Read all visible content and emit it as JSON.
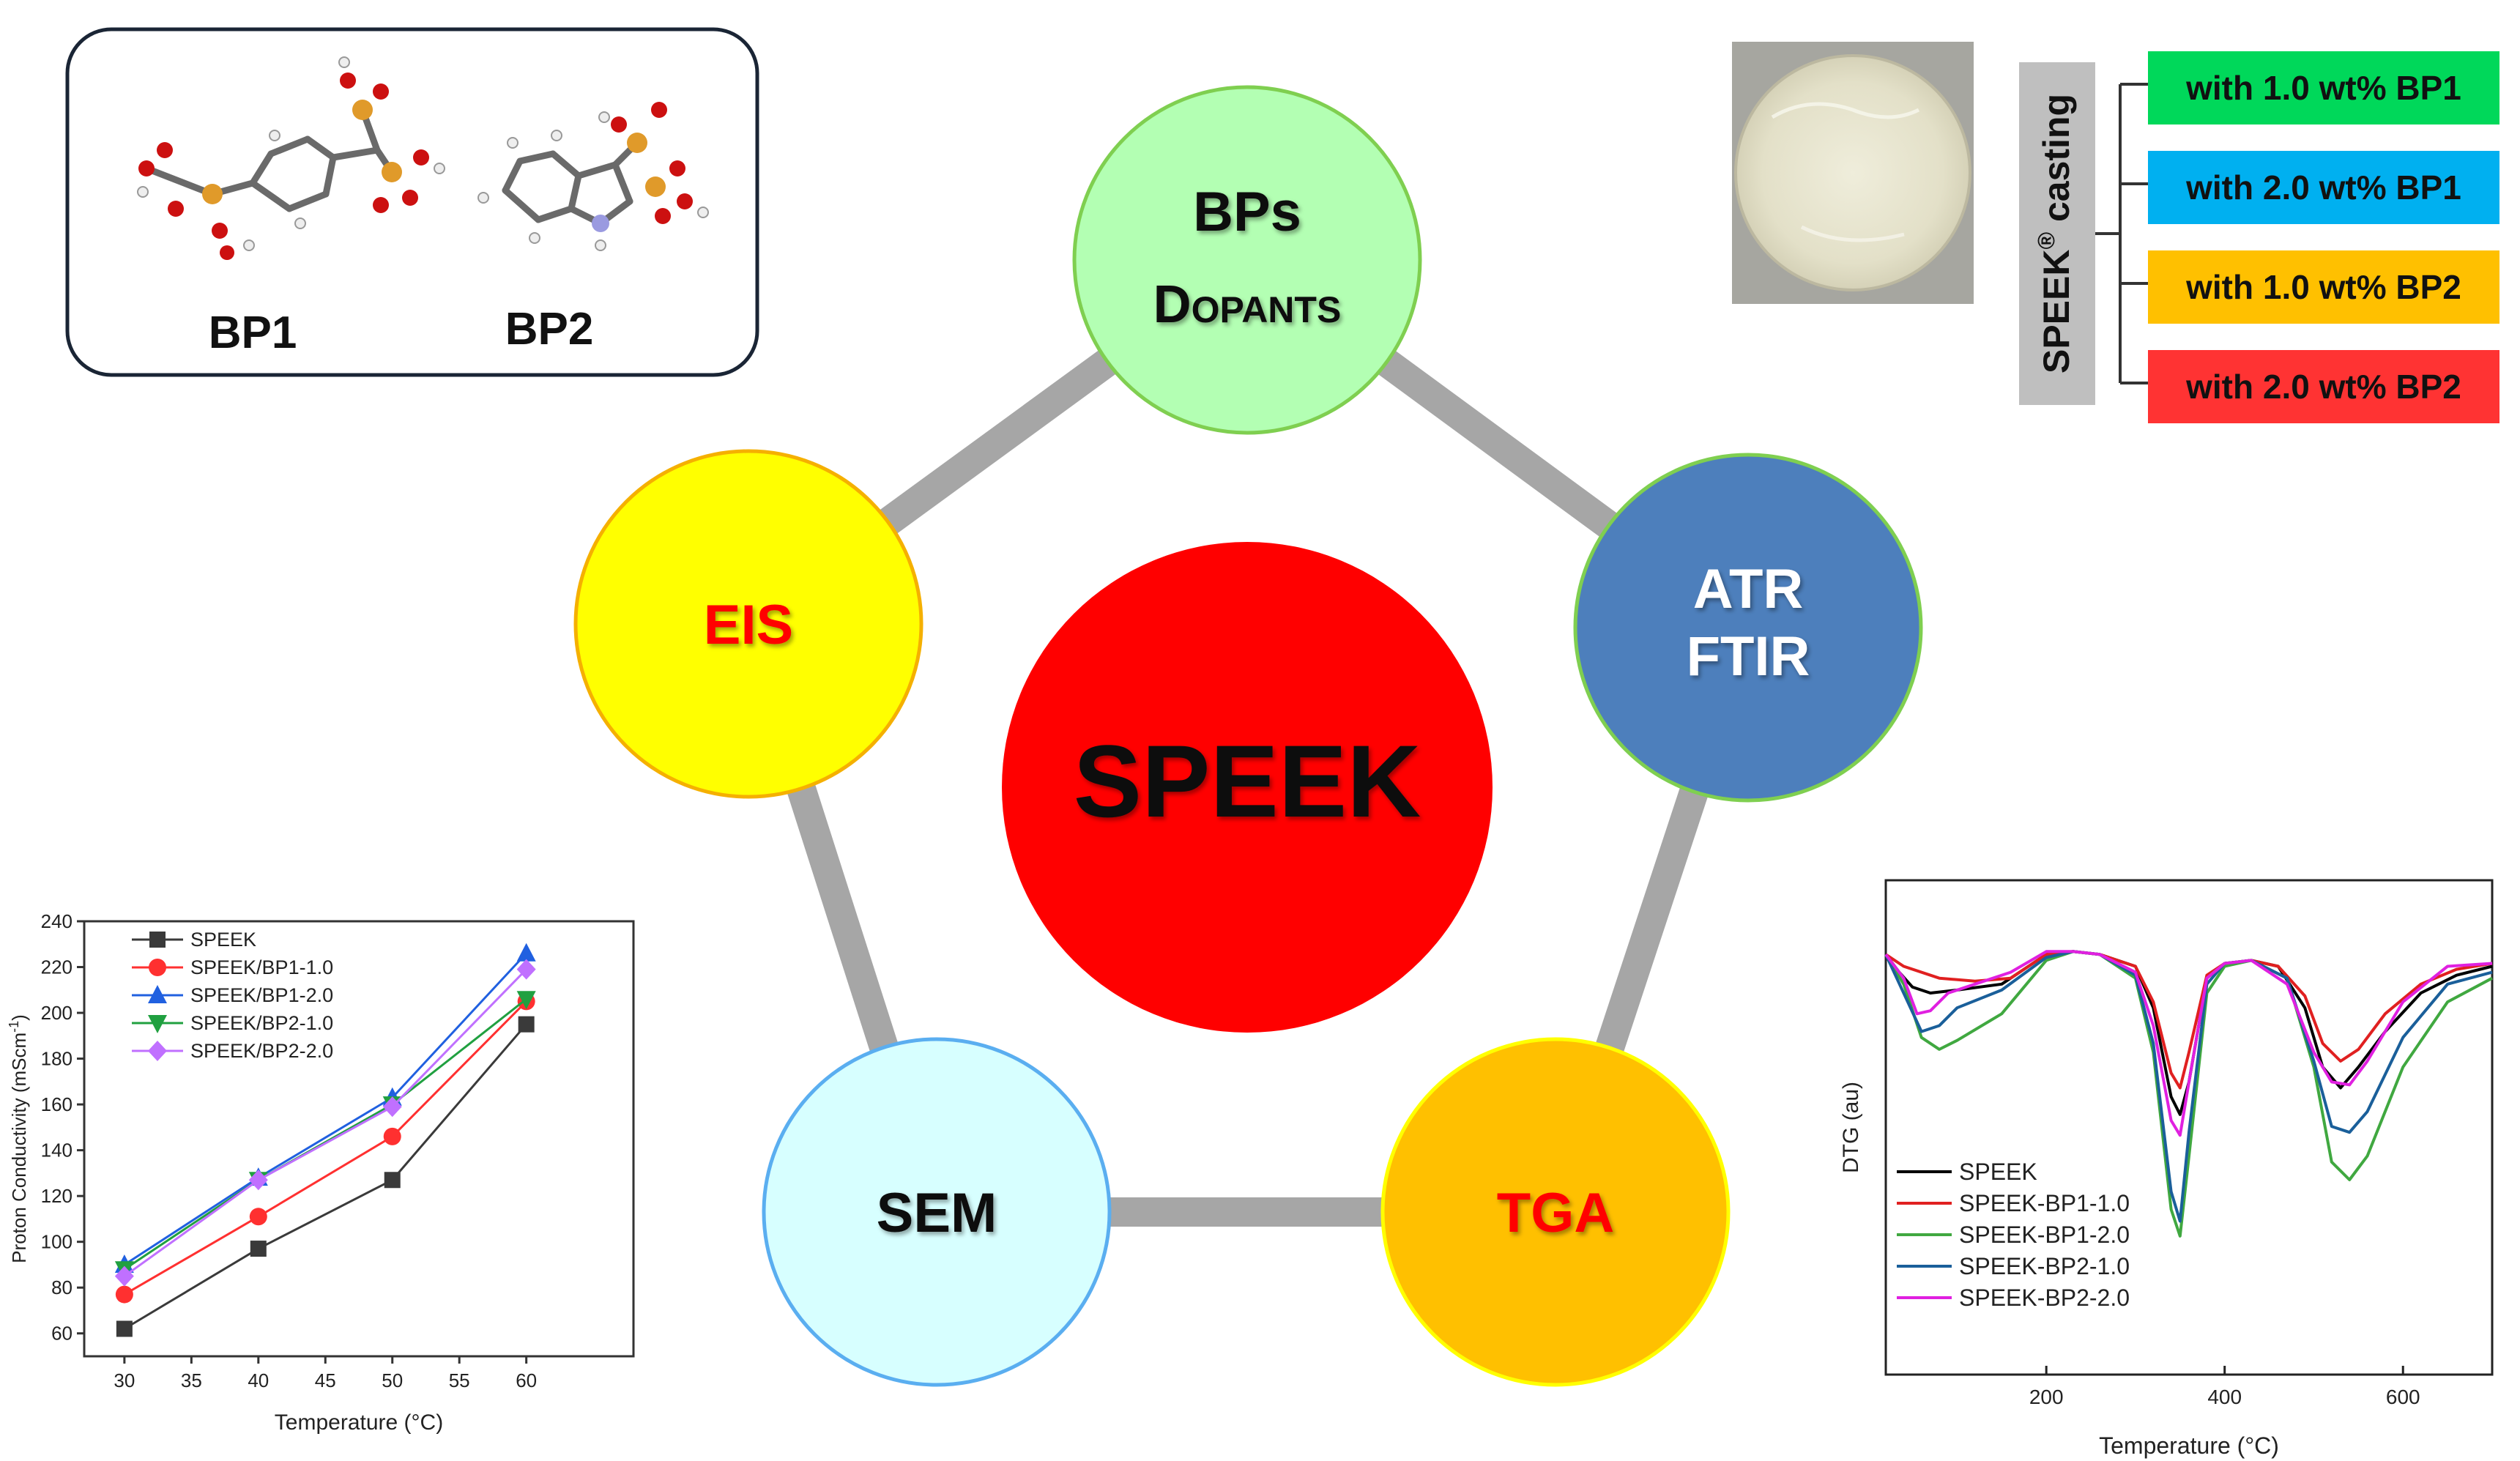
{
  "center": {
    "label": "SPEEK",
    "color": "#ff0000"
  },
  "nodes": {
    "bps": {
      "line1": "BPs",
      "line2": "Dopants",
      "fill": "#b3ffb3",
      "stroke": "#7fcf50",
      "textColor": "#111111"
    },
    "atr": {
      "line1": "ATR",
      "line2": "FTIR",
      "fill": "#4d7fbc",
      "stroke": "#7fcf50",
      "textColor": "#ffffff"
    },
    "tga": {
      "label": "TGA",
      "fill": "#ffc000",
      "stroke": "#ffff00",
      "textColor": "#ff0000"
    },
    "sem": {
      "label": "SEM",
      "fill": "#d7ffff",
      "stroke": "#5aaef0",
      "textColor": "#111111"
    },
    "eis": {
      "label": "EIS",
      "fill": "#ffff00",
      "stroke": "#f5b000",
      "textColor": "#ff0000"
    }
  },
  "molecules": {
    "bp1": "BP1",
    "bp2": "BP2"
  },
  "casting": {
    "label": "SPEEK",
    "superscript": "®",
    "suffix": " casting",
    "options": [
      {
        "label": "with 1.0 wt% BP1",
        "color": "#00d85a"
      },
      {
        "label": "with 2.0 wt% BP1",
        "color": "#00b0f0"
      },
      {
        "label": "with 1.0 wt% BP2",
        "color": "#ffc000"
      },
      {
        "label": "with 2.0 wt% BP2",
        "color": "#ff3333"
      }
    ]
  },
  "chart_data": [
    {
      "type": "line",
      "xlabel": "Temperature (°C)",
      "ylabel": "Proton Conductivity (mScm",
      "ylabel_sup": "-1",
      "ylabel_end": ")",
      "x": [
        30,
        40,
        50,
        60
      ],
      "xticks": [
        "30",
        "35",
        "40",
        "45",
        "50",
        "55",
        "60"
      ],
      "yticks": [
        "60",
        "80",
        "100",
        "120",
        "140",
        "160",
        "180",
        "200",
        "220",
        "240"
      ],
      "xlim": [
        27,
        68
      ],
      "ylim": [
        50,
        240
      ],
      "legend": "top-left",
      "series": [
        {
          "name": "SPEEK",
          "color": "#3a3a3a",
          "marker": "square",
          "values": [
            62,
            97,
            127,
            195
          ]
        },
        {
          "name": "SPEEK/BP1-1.0",
          "color": "#ff3030",
          "marker": "circle",
          "values": [
            77,
            111,
            146,
            205
          ]
        },
        {
          "name": "SPEEK/BP1-2.0",
          "color": "#2060e0",
          "marker": "triangle-up",
          "values": [
            90,
            128,
            163,
            226
          ]
        },
        {
          "name": "SPEEK/BP2-1.0",
          "color": "#20a040",
          "marker": "triangle-down",
          "values": [
            88,
            127,
            160,
            206
          ]
        },
        {
          "name": "SPEEK/BP2-2.0",
          "color": "#c070ff",
          "marker": "diamond",
          "values": [
            85,
            127,
            159,
            219
          ]
        }
      ]
    },
    {
      "type": "line",
      "xlabel": "Temperature (°C)",
      "ylabel": "DTG (au)",
      "xticks": [
        200,
        400,
        600
      ],
      "xlim": [
        20,
        700
      ],
      "ylim": [
        -1,
        0.05
      ],
      "legend": "bottom-left",
      "series": [
        {
          "name": "SPEEK",
          "color": "#000000",
          "x": [
            20,
            35,
            50,
            70,
            100,
            150,
            200,
            230,
            260,
            300,
            320,
            340,
            350,
            360,
            380,
            400,
            430,
            460,
            490,
            510,
            530,
            550,
            580,
            620,
            660,
            700
          ],
          "values": [
            -0.02,
            -0.08,
            -0.13,
            -0.15,
            -0.14,
            -0.12,
            -0.02,
            -0.01,
            -0.02,
            -0.06,
            -0.2,
            -0.5,
            -0.56,
            -0.45,
            -0.1,
            -0.05,
            -0.04,
            -0.06,
            -0.2,
            -0.4,
            -0.47,
            -0.4,
            -0.28,
            -0.15,
            -0.09,
            -0.06
          ]
        },
        {
          "name": "SPEEK-BP1-1.0",
          "color": "#e02020",
          "x": [
            20,
            40,
            80,
            120,
            160,
            200,
            230,
            260,
            300,
            320,
            340,
            350,
            360,
            380,
            400,
            430,
            460,
            490,
            510,
            530,
            550,
            580,
            620,
            660,
            700
          ],
          "values": [
            -0.02,
            -0.06,
            -0.1,
            -0.11,
            -0.1,
            -0.02,
            -0.01,
            -0.02,
            -0.06,
            -0.18,
            -0.42,
            -0.47,
            -0.35,
            -0.09,
            -0.05,
            -0.04,
            -0.06,
            -0.16,
            -0.32,
            -0.38,
            -0.34,
            -0.22,
            -0.12,
            -0.07,
            -0.05
          ]
        },
        {
          "name": "SPEEK-BP1-2.0",
          "color": "#40a840",
          "x": [
            20,
            40,
            60,
            80,
            100,
            150,
            200,
            230,
            260,
            300,
            320,
            340,
            350,
            360,
            380,
            400,
            430,
            470,
            500,
            520,
            540,
            560,
            600,
            650,
            700
          ],
          "values": [
            -0.02,
            -0.12,
            -0.3,
            -0.34,
            -0.31,
            -0.22,
            -0.04,
            -0.01,
            -0.02,
            -0.1,
            -0.35,
            -0.88,
            -0.97,
            -0.7,
            -0.15,
            -0.06,
            -0.04,
            -0.1,
            -0.4,
            -0.72,
            -0.78,
            -0.7,
            -0.4,
            -0.18,
            -0.1
          ]
        },
        {
          "name": "SPEEK-BP2-1.0",
          "color": "#1a5f9a",
          "x": [
            20,
            40,
            60,
            80,
            100,
            150,
            200,
            230,
            260,
            300,
            320,
            340,
            350,
            360,
            380,
            400,
            430,
            470,
            500,
            520,
            540,
            560,
            600,
            650,
            700
          ],
          "values": [
            -0.02,
            -0.15,
            -0.28,
            -0.26,
            -0.2,
            -0.14,
            -0.03,
            -0.01,
            -0.02,
            -0.09,
            -0.32,
            -0.82,
            -0.92,
            -0.62,
            -0.12,
            -0.05,
            -0.04,
            -0.1,
            -0.38,
            -0.6,
            -0.62,
            -0.55,
            -0.3,
            -0.12,
            -0.08
          ]
        },
        {
          "name": "SPEEK-BP2-2.0",
          "color": "#e020e0",
          "x": [
            20,
            40,
            55,
            70,
            90,
            120,
            160,
            200,
            230,
            260,
            300,
            320,
            340,
            350,
            360,
            380,
            400,
            430,
            470,
            500,
            520,
            540,
            560,
            600,
            650,
            700
          ],
          "values": [
            -0.02,
            -0.1,
            -0.22,
            -0.21,
            -0.15,
            -0.12,
            -0.08,
            -0.01,
            -0.01,
            -0.02,
            -0.08,
            -0.26,
            -0.58,
            -0.63,
            -0.45,
            -0.1,
            -0.05,
            -0.04,
            -0.12,
            -0.35,
            -0.45,
            -0.46,
            -0.38,
            -0.18,
            -0.06,
            -0.05
          ]
        }
      ]
    }
  ]
}
